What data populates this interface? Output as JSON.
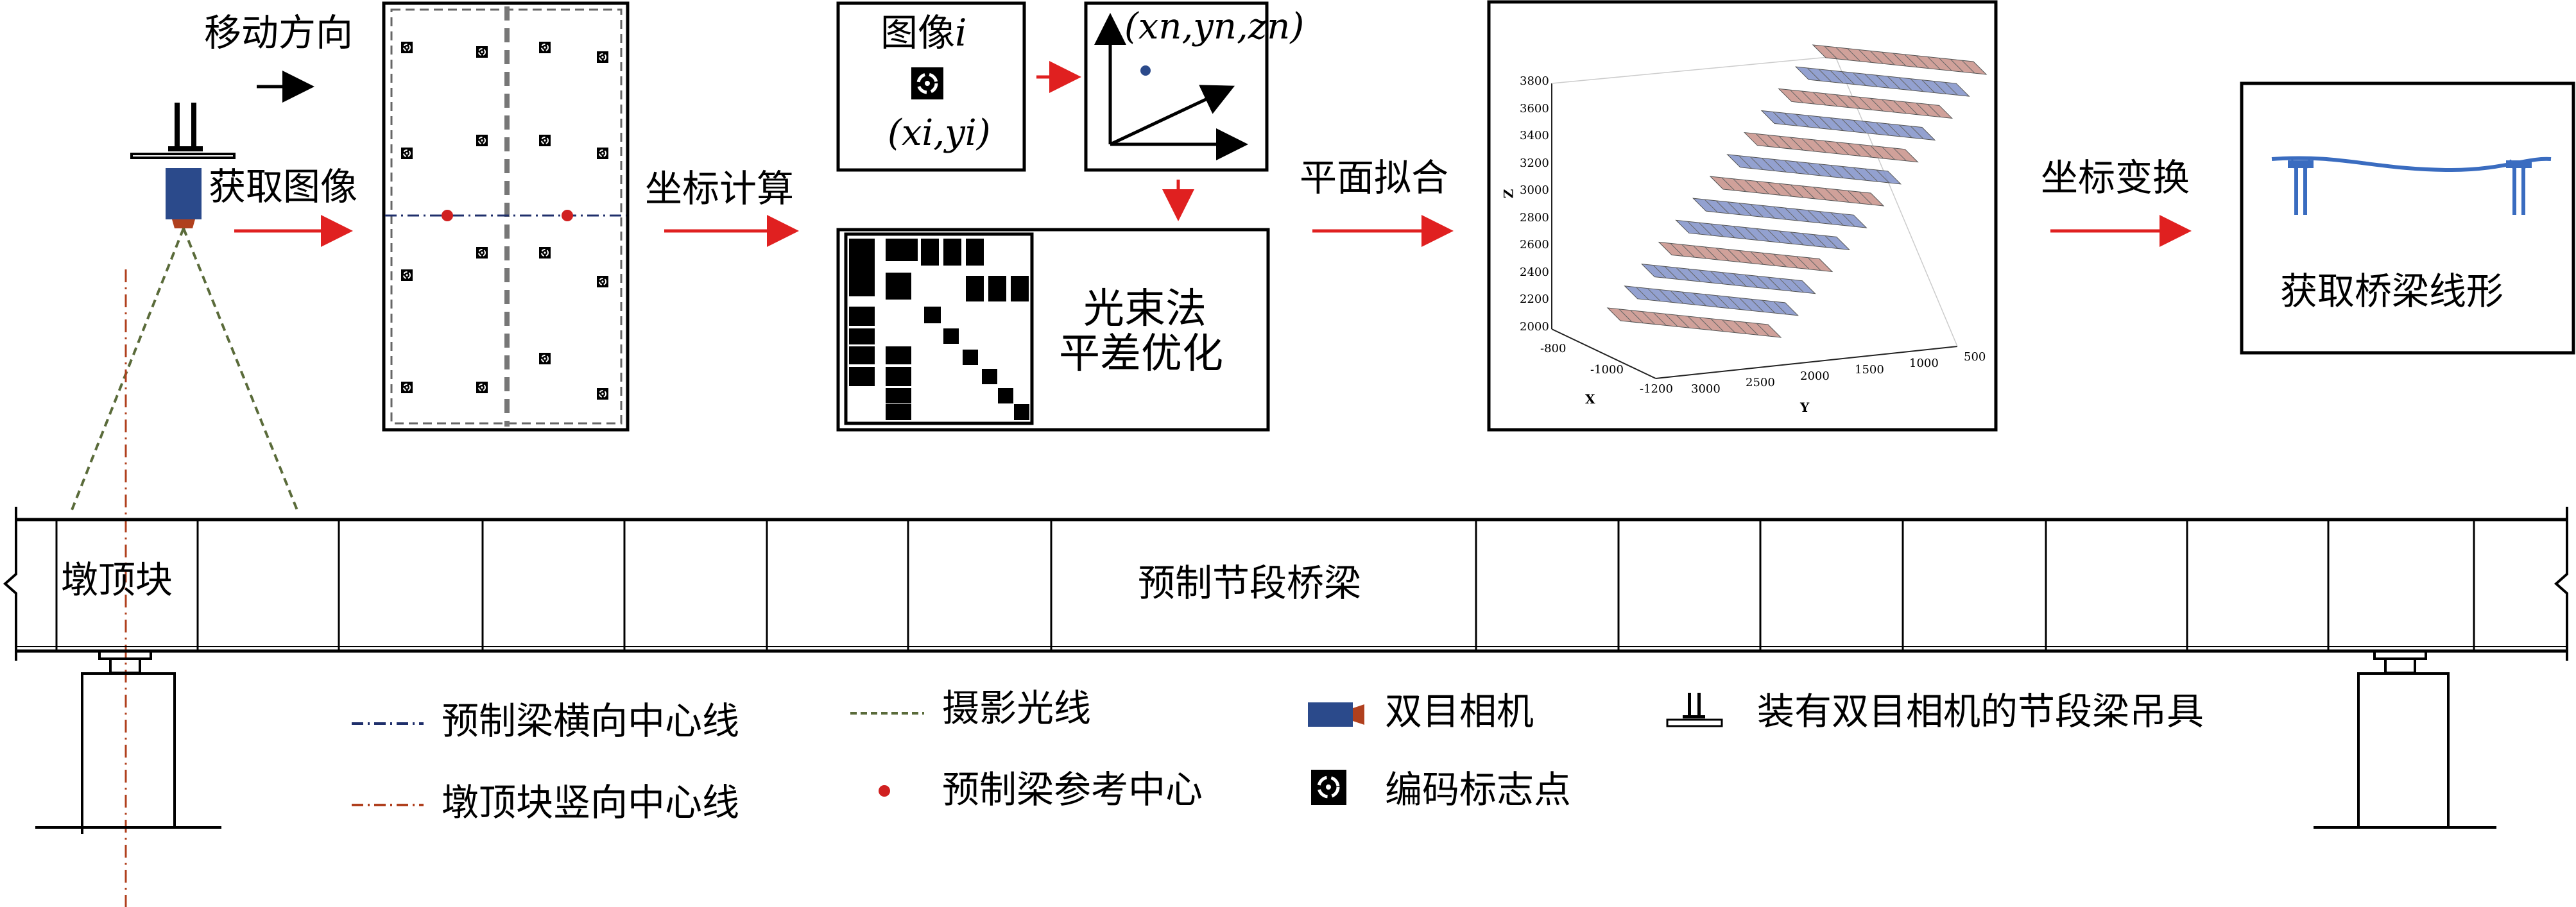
{
  "labels": {
    "move_direction": "移动方向",
    "acquire_image": "获取图像",
    "coord_calc": "坐标计算",
    "image_i_prefix": "图像",
    "image_i_var": "i",
    "coords_2d": "(xi,yi)",
    "coords_3d": "(xn,yn,zn)",
    "bundle_line1": "光束法",
    "bundle_line2": "平差优化",
    "plane_fit": "平面拟合",
    "coord_transform": "坐标变换",
    "bridge_shape": "获取桥梁线形",
    "pier_block": "墩顶块",
    "precast_girder": "预制节段桥梁"
  },
  "legend": [
    {
      "icon": "dash-dot-line-icon",
      "text": "预制梁横向中心线",
      "color": "#1f2f6b"
    },
    {
      "icon": "dashed-line-icon",
      "text": "摄影光线",
      "color": "#5a6b3a"
    },
    {
      "icon": "camera-icon",
      "text": "双目相机",
      "color": "#2b4a8b"
    },
    {
      "icon": "hanger-icon",
      "text": "装有双目相机的节段梁吊具",
      "color": "#000000"
    },
    {
      "icon": "dash-dot-line-icon",
      "text": "墩顶块竖向中心线",
      "color": "#b0401e"
    },
    {
      "icon": "red-dot-icon",
      "text": "预制梁参考中心",
      "color": "#d02020"
    },
    {
      "icon": "coded-target-icon",
      "text": "编码标志点",
      "color": "#000000"
    }
  ],
  "plot3d": {
    "z_ticks": [
      "3800",
      "3600",
      "3400",
      "3200",
      "3000",
      "2800",
      "2600",
      "2400",
      "2200",
      "2000"
    ],
    "x_ticks": [
      "-800",
      "-1000",
      "-1200"
    ],
    "y_ticks": [
      "3000",
      "2500",
      "2000",
      "1500",
      "1000",
      "500"
    ],
    "z_label": "Z",
    "x_label": "X",
    "y_label": "Y"
  },
  "colors": {
    "arrow": "#e02020",
    "camera_body": "#2b4a8b",
    "camera_lens": "#b0401e",
    "blue_plane": "#8090c8",
    "red_plane": "#c89088",
    "bridge_line": "#3a6cc0"
  }
}
